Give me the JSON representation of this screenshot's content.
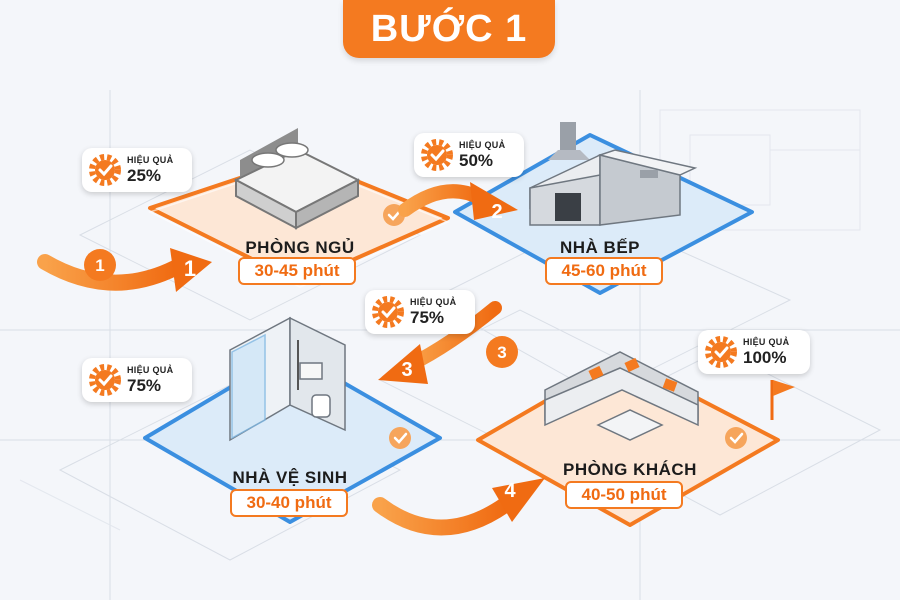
{
  "title": "BƯỚC 1",
  "efficiency_label": "HIỆU QUẢ",
  "rooms": [
    {
      "name": "PHÒNG NGỦ",
      "time": "30-45 phút",
      "efficiency": "25%"
    },
    {
      "name": "NHÀ BẾP",
      "time": "45-60 phút",
      "efficiency": "50%"
    },
    {
      "name": "NHÀ VỆ SINH",
      "time": "30-40 phút",
      "efficiency": "75%"
    },
    {
      "name": "PHÒNG KHÁCH",
      "time": "40-50 phút",
      "efficiency": "100%"
    }
  ],
  "extra_badge": {
    "efficiency": "75%"
  },
  "steps": [
    "1",
    "1",
    "2",
    "3",
    "3",
    "4"
  ],
  "colors": {
    "orange": "#f47a20",
    "blue": "#3b8fe0",
    "orange_soft": "#fde7d6",
    "blue_soft": "#dcebf9"
  },
  "icons": [
    "gear-check-icon",
    "check-icon",
    "bed-icon",
    "kitchen-icon",
    "shower-icon",
    "sofa-icon",
    "flag-icon",
    "arrow-icon"
  ]
}
